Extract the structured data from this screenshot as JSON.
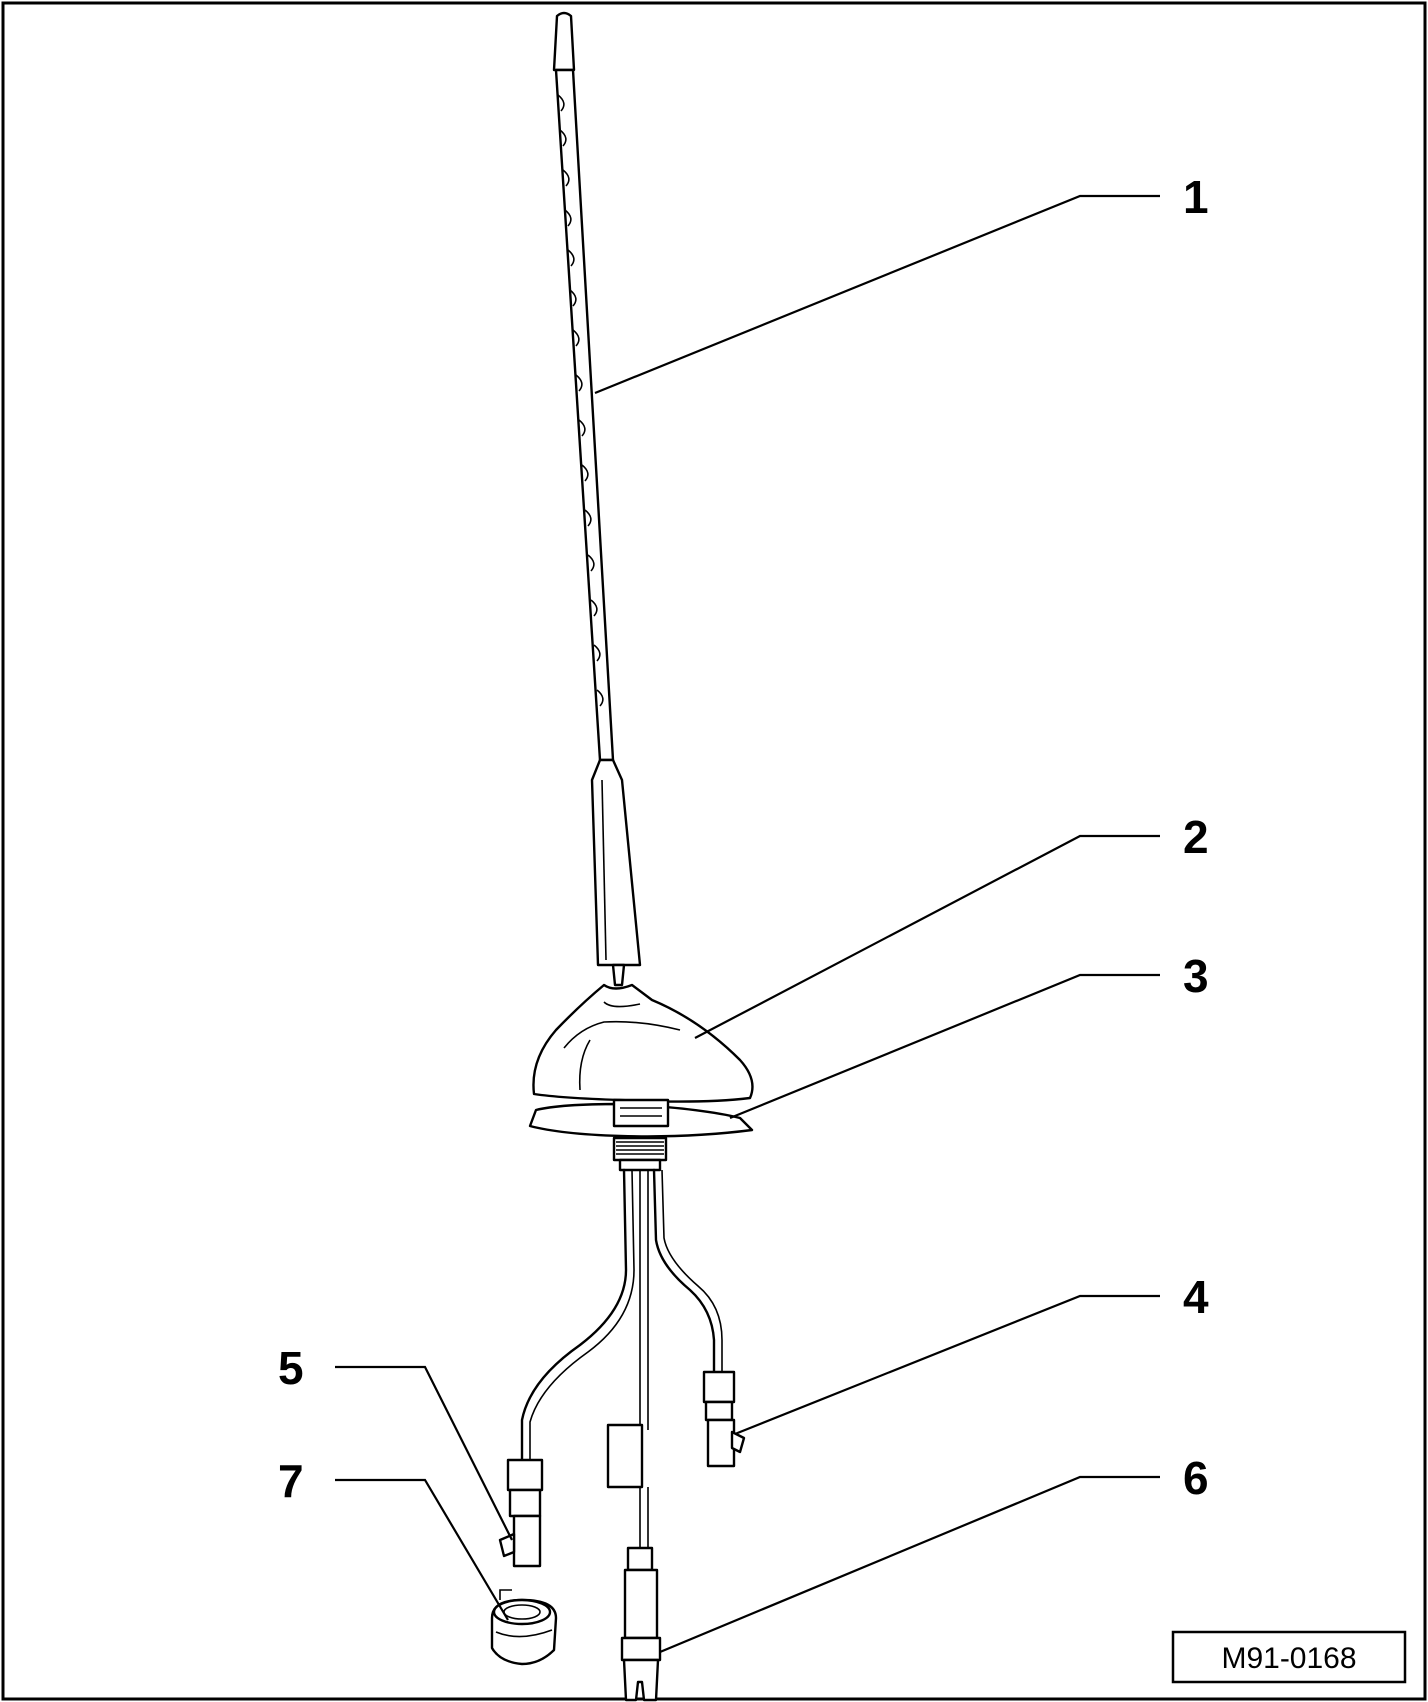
{
  "callouts": [
    {
      "id": "1",
      "label": "1"
    },
    {
      "id": "2",
      "label": "2"
    },
    {
      "id": "3",
      "label": "3"
    },
    {
      "id": "4",
      "label": "4"
    },
    {
      "id": "5",
      "label": "5"
    },
    {
      "id": "6",
      "label": "6"
    },
    {
      "id": "7",
      "label": "7"
    }
  ],
  "figure_reference": "M91-0168"
}
